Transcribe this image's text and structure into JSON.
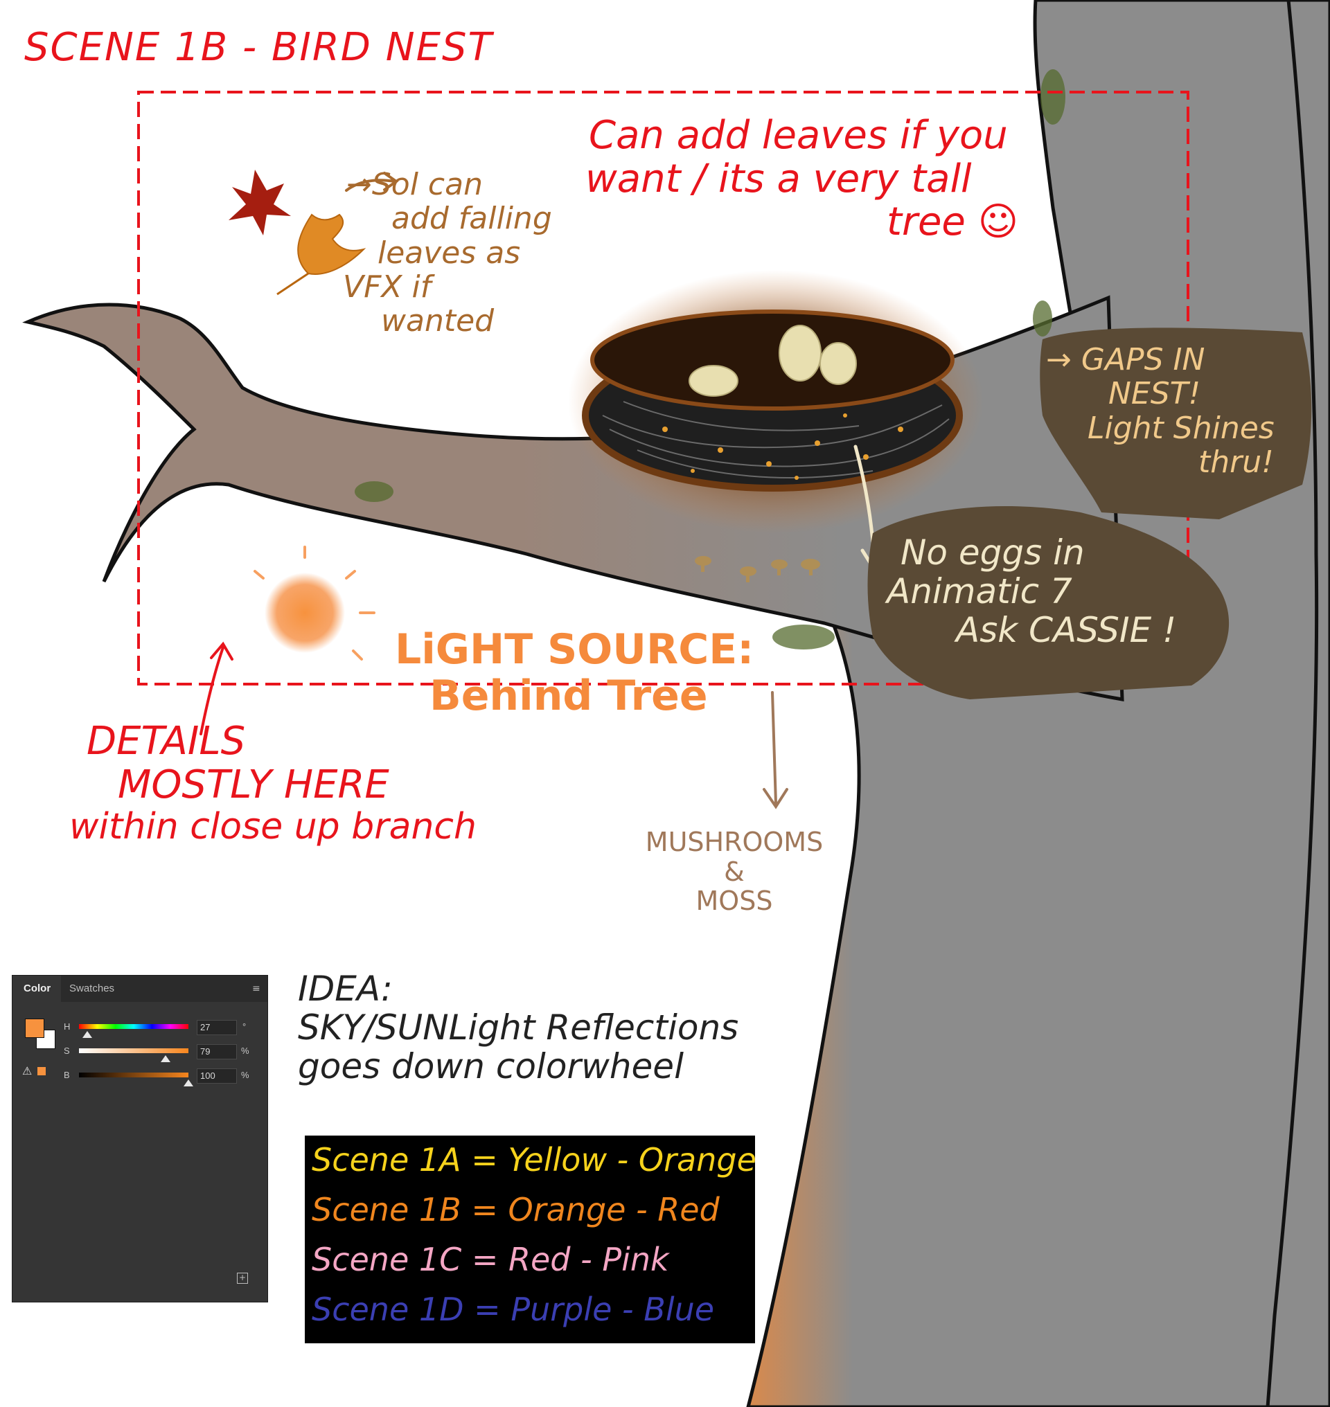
{
  "title": "SCENE 1B - BIRD NEST",
  "notes": {
    "leaves_top": [
      "Can add leaves  if you",
      "want / its a very tall",
      "tree ☺"
    ],
    "vfx": [
      "→Sol can",
      "add falling",
      "leaves as",
      "VFX if",
      "wanted"
    ],
    "gaps": [
      "→ GAPS IN",
      "NEST!",
      "Light Shines",
      "thru!"
    ],
    "eggs": [
      "No eggs in",
      "Animatic 7",
      "Ask CASSIE !"
    ],
    "light": [
      "LiGHT SOURCE:",
      "Behind Tree"
    ],
    "details": [
      "DETAILS",
      "MOSTLY HERE",
      "within close up branch"
    ],
    "mushrooms": [
      "MUSHROOMS",
      "&",
      "MOSS"
    ],
    "idea": [
      "IDEA:",
      "SKY/SUNLight Reflections",
      "goes down colorwheel"
    ]
  },
  "scene_colors": [
    {
      "label": "Scene 1A = Yellow - Orange",
      "color": "#f6d21c"
    },
    {
      "label": "Scene 1B = Orange - Red",
      "color": "#f0861e"
    },
    {
      "label": "Scene 1C = Red - Pink",
      "color": "#f4a6c4"
    },
    {
      "label": "Scene 1D = Purple - Blue",
      "color": "#3b3fb3"
    }
  ],
  "color_panel": {
    "tabs": [
      "Color",
      "Swatches"
    ],
    "channels": [
      {
        "label": "H",
        "value": "27",
        "unit": "°",
        "fraction": 0.075
      },
      {
        "label": "S",
        "value": "79",
        "unit": "%",
        "fraction": 0.79
      },
      {
        "label": "B",
        "value": "100",
        "unit": "%",
        "fraction": 1.0
      }
    ],
    "foreground_color": "#f7923e",
    "background_color": "#ffffff"
  },
  "colors": {
    "red_ink": "#e8141c",
    "orange_ink": "#f58a3c",
    "brown_ink": "#a86a2e",
    "mushroom_ink": "#a0785a",
    "tree_gray": "#8c8c8c",
    "branch_brown": "#9a8579",
    "note_bubble": "#5a4a35",
    "note_text": "#f1c98a"
  }
}
